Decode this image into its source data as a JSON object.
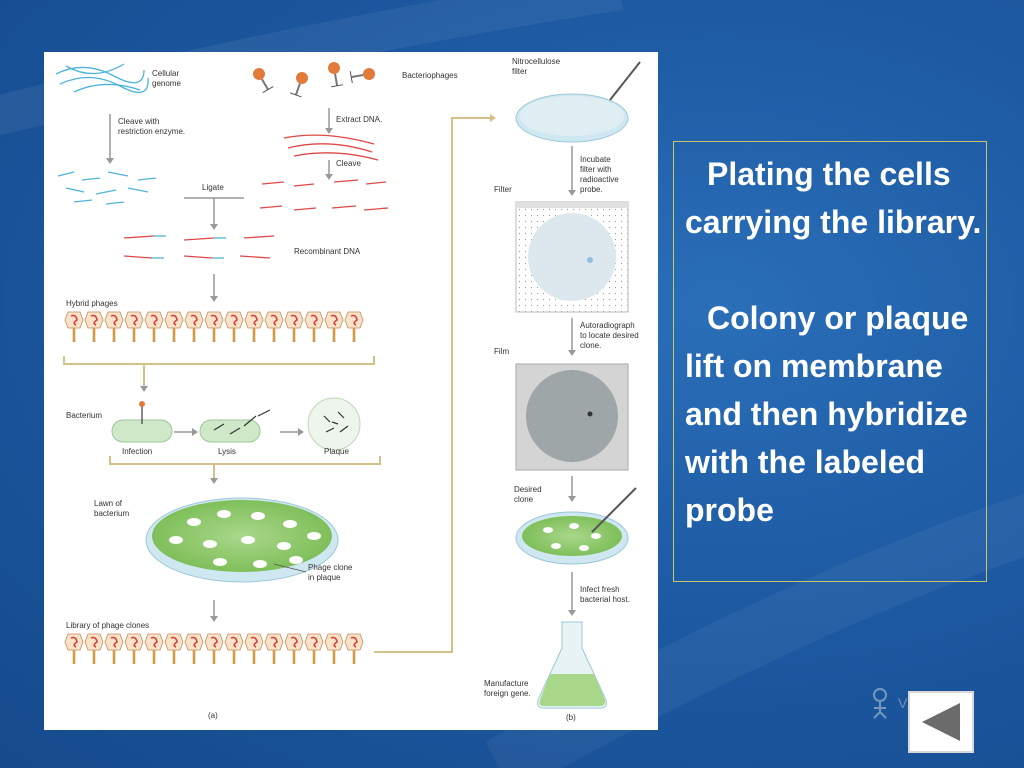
{
  "colors": {
    "background": "#1d5aa3",
    "text": "#ffffff",
    "box_border": "#c9c66a",
    "dna_cellular": "#4fb3d9",
    "dna_phage": "#e04848",
    "agar": "#8dc46b"
  },
  "slide": {
    "paragraph_1": "Plating the cells carrying the library.",
    "paragraph_2": "Colony or plaque lift on membrane and then hybridize with the labeled probe"
  },
  "figure": {
    "panel_a": {
      "cellular_genome": "Cellular genome",
      "bacteriophages": "Bacteriophages",
      "cleave_with": "Cleave with restriction enzyme.",
      "extract_dna": "Extract DNA.",
      "cleave": "Cleave",
      "ligate": "Ligate",
      "recombinant_dna": "Recombinant DNA",
      "hybrid_phages": "Hybrid phages",
      "bacterium": "Bacterium",
      "infection": "Infection",
      "lysis": "Lysis",
      "plaque": "Plaque",
      "lawn_of_bacterium": "Lawn of bacterium",
      "phage_clone_in_plaque": "Phage clone in plaque",
      "library_of_phage_clones": "Library of phage clones",
      "panel_label": "(a)"
    },
    "panel_b": {
      "nitrocellulose_filter": "Nitrocellulose filter",
      "incubate": "Incubate filter with radioactive probe.",
      "filter": "Filter",
      "autoradiograph": "Autoradiograph to locate desired clone.",
      "film": "Film",
      "desired_clone": "Desired clone",
      "infect": "Infect fresh bacterial host.",
      "manufacture": "Manufacture foreign gene.",
      "panel_label": "(b)"
    }
  },
  "watermark": {
    "text": "V    DIO",
    "icon": "person-logo-icon"
  },
  "navigation": {
    "back_icon": "left-triangle-icon"
  }
}
